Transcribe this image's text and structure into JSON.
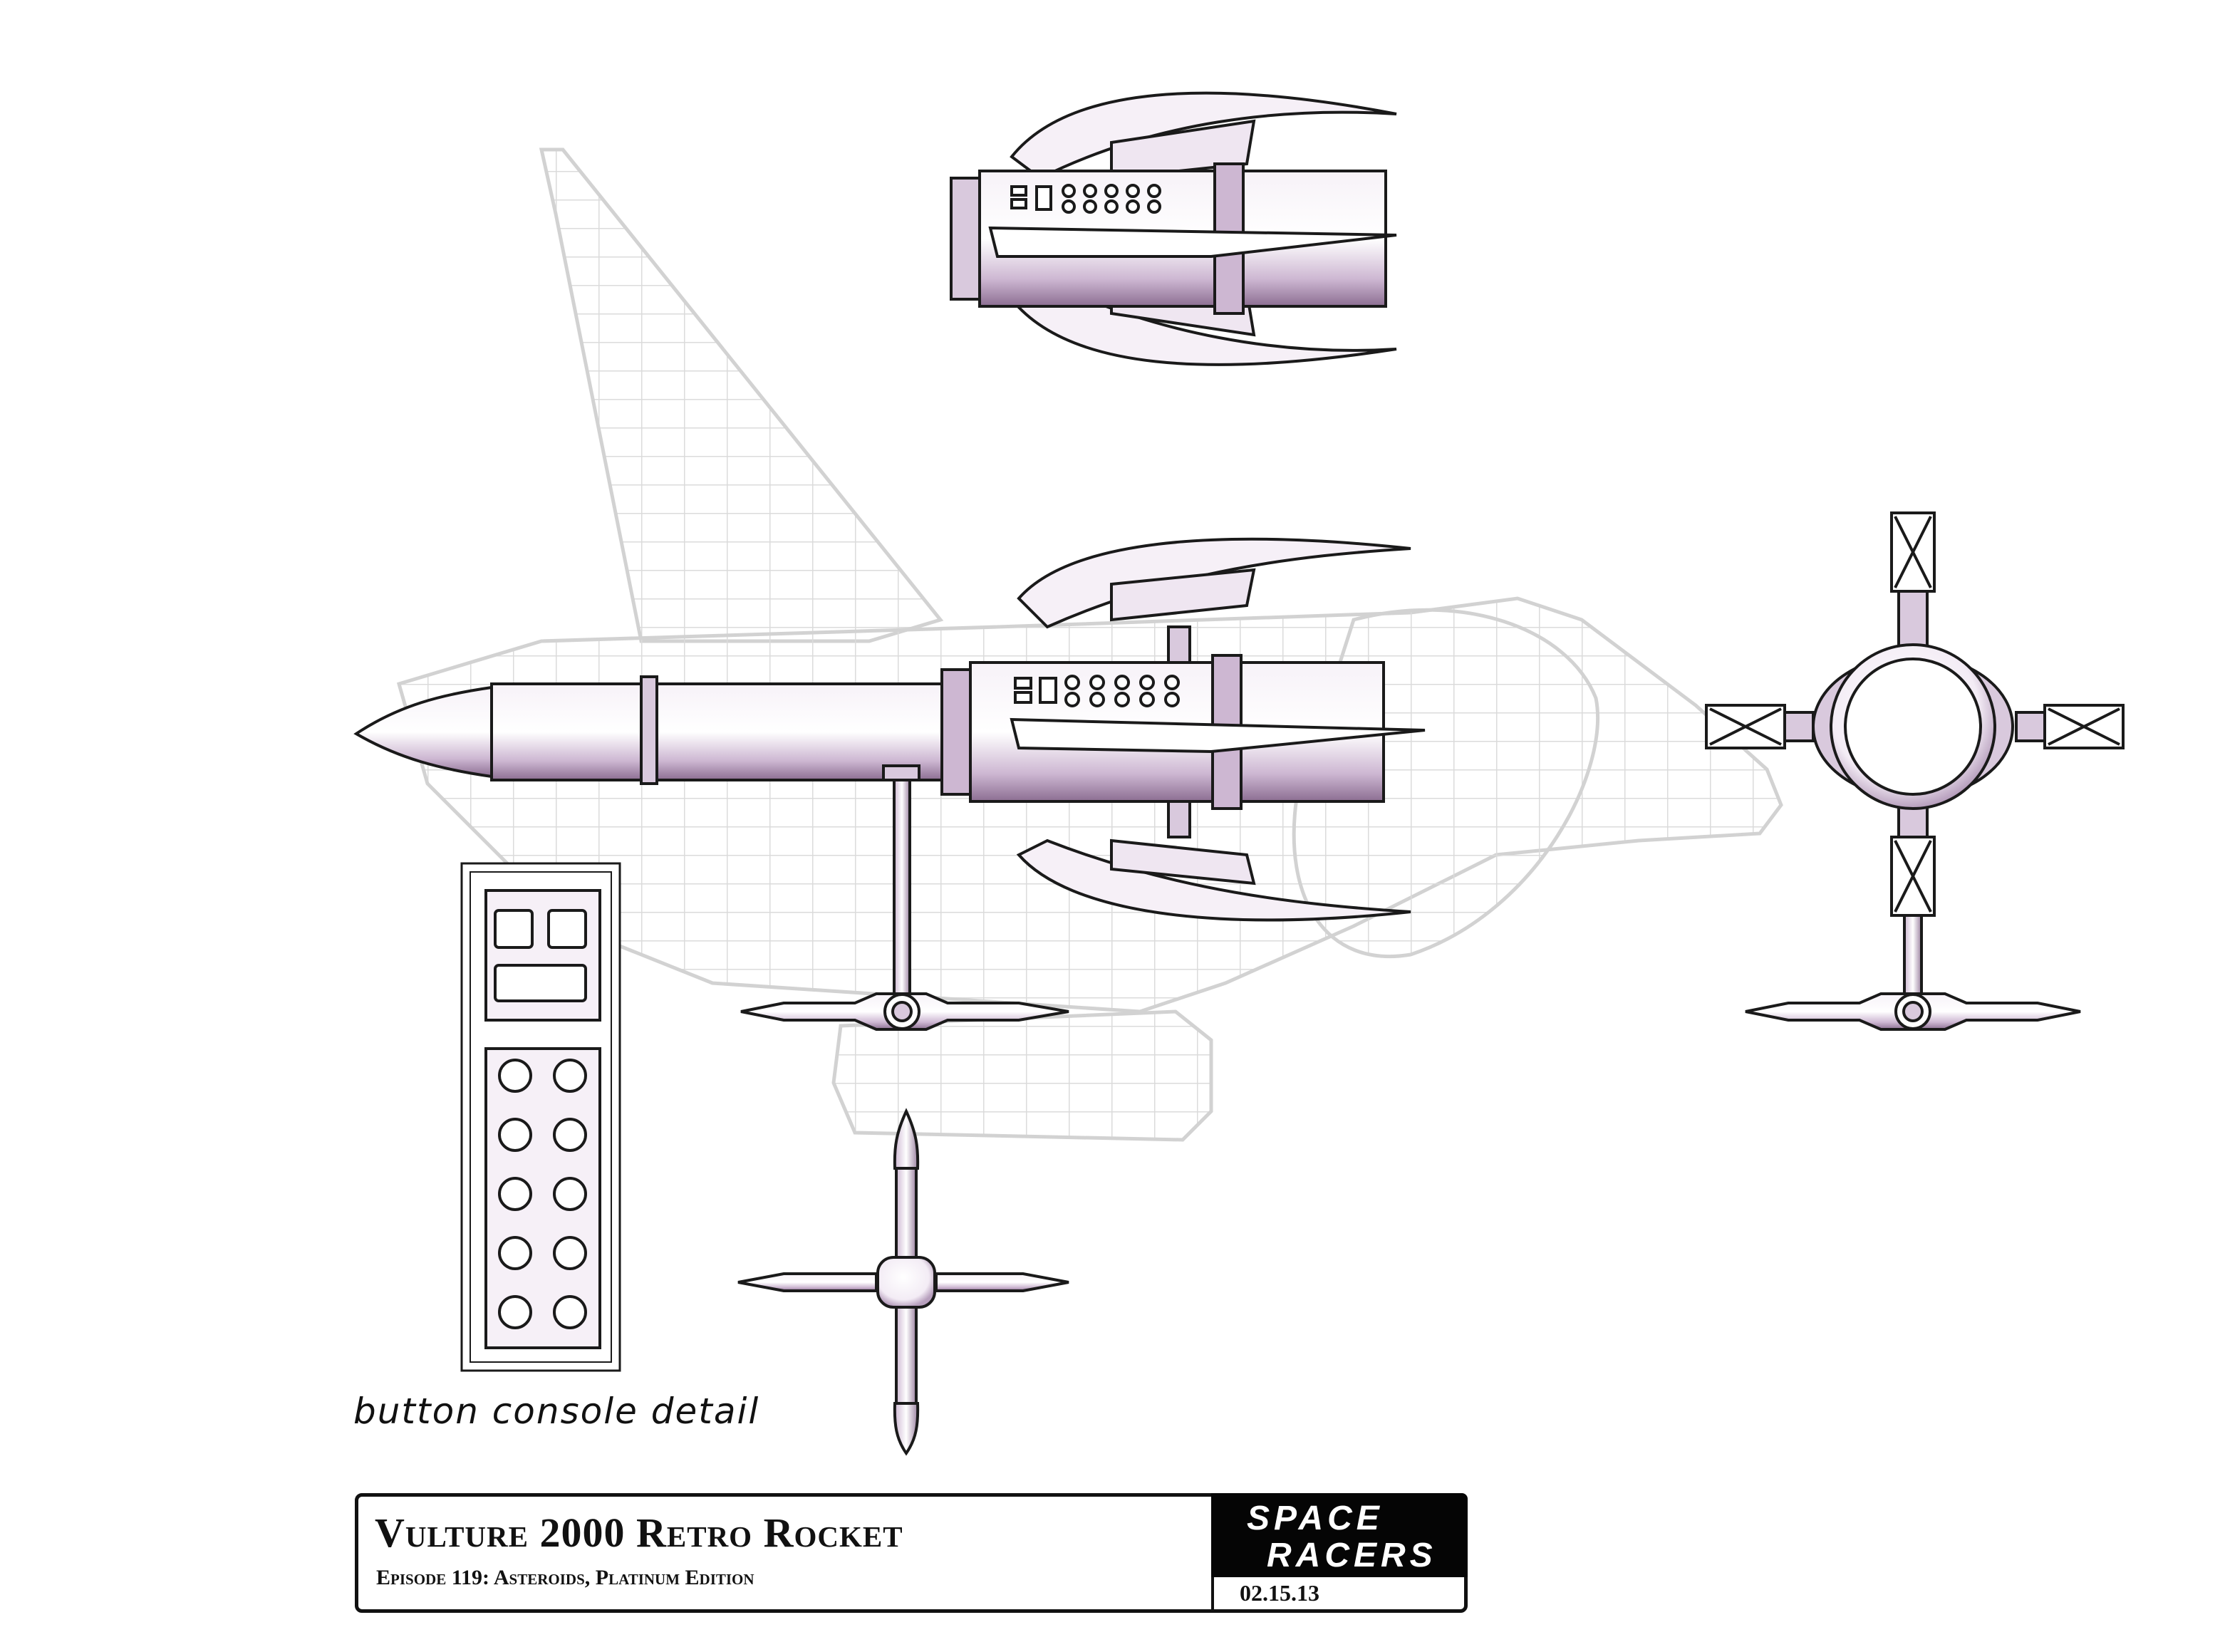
{
  "drawing": {
    "annotation": "button console detail"
  },
  "title_block": {
    "title": "Vulture 2000 Retro Rocket",
    "subtitle": "Episode 119: Asteroids, Platinum Edition",
    "date": "02.15.13",
    "logo_line1": "SPACE",
    "logo_line2": "RACERS"
  },
  "colors": {
    "shade": "#d9c9dd",
    "shade_dark": "#8c6e92",
    "ink": "#1a1a1a",
    "wireframe": "#d6d6d6"
  },
  "icons": {
    "logo": "checkered-flag-icon"
  }
}
